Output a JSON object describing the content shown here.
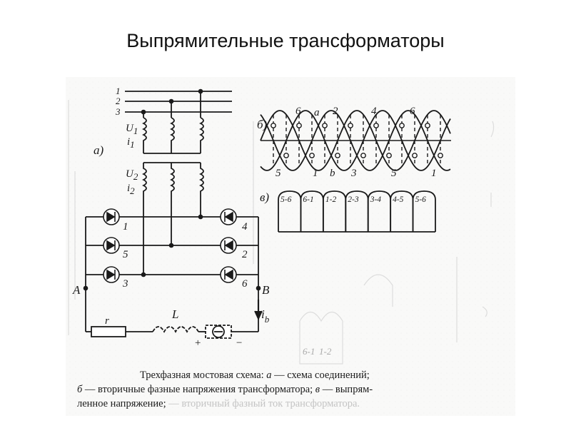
{
  "slide": {
    "title": "Выпрямительные трансформаторы"
  },
  "diagram": {
    "bus_labels": [
      "1",
      "2",
      "3"
    ],
    "part_labels": {
      "a": "а)",
      "b": "б)",
      "v": "в)"
    },
    "winding_primary": {
      "u": "U",
      "u_sub": "1",
      "i": "i",
      "i_sub": "1"
    },
    "winding_secondary": {
      "u": "U",
      "u_sub": "2",
      "i": "i",
      "i_sub": "2"
    },
    "diode_numbers_left": [
      "1",
      "5",
      "3"
    ],
    "diode_numbers_right": [
      "4",
      "2",
      "6"
    ],
    "point_a": "A",
    "point_b": "B",
    "load_current": {
      "i": "i",
      "sub": "b"
    },
    "resistor": "r",
    "inductor": "L",
    "motor_plus": "+",
    "motor_minus": "−",
    "waveform_top_labels": [
      "6",
      "a",
      "2",
      "4",
      "6"
    ],
    "waveform_bottom_labels": [
      "5",
      "1",
      "b",
      "3",
      "5",
      "1"
    ],
    "rectified_labels": [
      "5-6",
      "6-1",
      "1-2",
      "2-3",
      "3-4",
      "4-5",
      "5-6"
    ],
    "bottom_faint_labels": [
      "6-1",
      "1-2"
    ]
  },
  "caption": {
    "line1_prefix": "Трехфазная мостовая схема:",
    "line1_a": "а",
    "line1_a_text": "— схема соединений;",
    "line2_b": "б",
    "line2_b_text": "— вторичные фазные напряжения трансформатора;",
    "line2_v": "в",
    "line2_v_text": "— выпрям-",
    "line3_text": "ленное напряжение;",
    "line3_faint": "— вторичный фазный ток трансформатора."
  }
}
